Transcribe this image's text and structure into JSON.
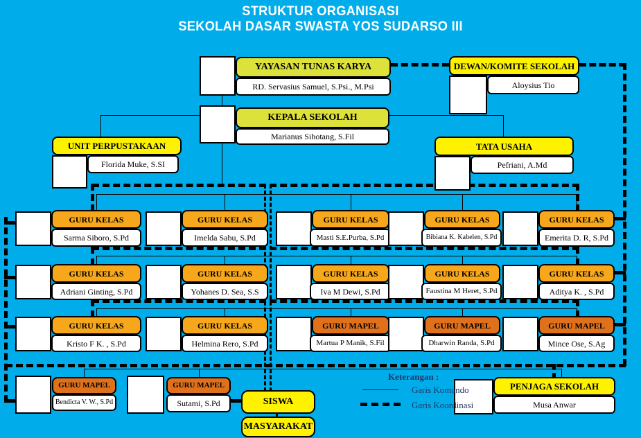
{
  "title": {
    "line1": "STRUKTUR ORGANISASI",
    "line2": "SEKOLAH DASAR SWASTA YOS SUDARSO III"
  },
  "colors": {
    "background": "#00ACE9",
    "yellow_green": "#DDE23B",
    "yellow": "#FEF200",
    "orange": "#F6A71B",
    "dark_orange": "#E0711C",
    "navy_text": "#1F3864",
    "title_text": "#FFFFFF"
  },
  "top": {
    "yayasan": {
      "title": "YAYASAN TUNAS KARYA",
      "name": "RD. Servasius Samuel, S.Psi., M.Psi"
    },
    "dewan": {
      "title": "DEWAN/KOMITE SEKOLAH",
      "name": "Aloysius Tio"
    },
    "kepala": {
      "title": "KEPALA SEKOLAH",
      "name": "Marianus Sihotang, S.Fil"
    },
    "unit": {
      "title": "UNIT PERPUSTAKAAN",
      "name": "Florida Muke, S.SI"
    },
    "tata": {
      "title": "TATA USAHA",
      "name": "Pefriani, A.Md"
    }
  },
  "guru": {
    "row1": [
      {
        "title": "GURU KELAS",
        "name": "Sarma Siboro, S.Pd"
      },
      {
        "title": "GURU KELAS",
        "name": "Imelda Sabu, S.Pd"
      },
      {
        "title": "GURU KELAS",
        "name": "Masti S.E.Purba, S.Pd"
      },
      {
        "title": "GURU KELAS",
        "name": "Bibiana K. Kabelen, S.Pd"
      },
      {
        "title": "GURU KELAS",
        "name": "Emerita D. R, S.Pd"
      }
    ],
    "row2": [
      {
        "title": "GURU KELAS",
        "name": "Adriani Ginting, S.Pd"
      },
      {
        "title": "GURU KELAS",
        "name": "Yohanes D. Sea, S.S"
      },
      {
        "title": "GURU KELAS",
        "name": "Iva M Dewi, S.Pd"
      },
      {
        "title": "GURU KELAS",
        "name": "Faustina M Heret, S.Pd"
      },
      {
        "title": "GURU KELAS",
        "name": "Aditya K. , S.Pd"
      }
    ],
    "row3": [
      {
        "title": "GURU KELAS",
        "name": "Kristo F K. , S.Pd"
      },
      {
        "title": "GURU KELAS",
        "name": "Helmina Rero, S.Pd"
      },
      {
        "title": "GURU MAPEL",
        "name": "Martua P Manik, S.Fil"
      },
      {
        "title": "GURU MAPEL",
        "name": "Dharwin Randa, S.Pd"
      },
      {
        "title": "GURU MAPEL",
        "name": "Mince Ose, S.Ag"
      }
    ],
    "row4": [
      {
        "title": "GURU MAPEL",
        "name": "Bendicta V. W., S.Pd"
      },
      {
        "title": "GURU MAPEL",
        "name": "Sutami, S.Pd"
      }
    ]
  },
  "bottom": {
    "siswa": "SISWA",
    "masyarakat": "MASYARAKAT",
    "penjaga": {
      "title": "PENJAGA SEKOLAH",
      "name": "Musa Anwar"
    }
  },
  "legend": {
    "heading": "Keterangan :",
    "komando": "Garis Komando",
    "koordinasi": "Garis Koordinasi"
  }
}
